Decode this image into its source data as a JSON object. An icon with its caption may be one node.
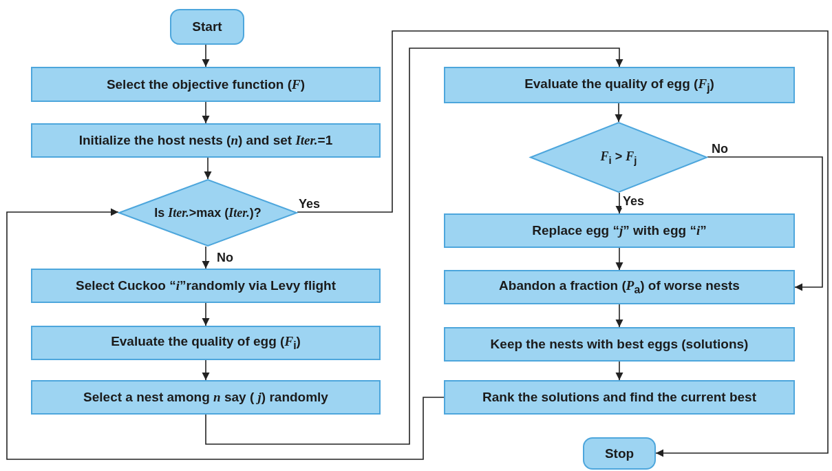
{
  "diagram": {
    "nodes": [
      {
        "text": [
          "Start"
        ]
      },
      {
        "text": [
          "Select the objective function (*F*)"
        ]
      },
      {
        "text": [
          "Initialize the host nests (*n*) and set *Iter.*=1"
        ]
      },
      {
        "text": [
          "Is *Iter.*>max (*Iter.*)?"
        ]
      },
      {
        "text": [
          "Select Cuckoo “*i*”randomly via Levy flight"
        ]
      },
      {
        "text": [
          "Evaluate the quality of egg (*F*$_{i}$)"
        ]
      },
      {
        "text": [
          "Select a nest among *n* say ( *j*) randomly"
        ]
      },
      {
        "text": [
          "Evaluate the quality of egg (*F*$_{j}$)"
        ]
      },
      {
        "text": [
          "*F*$_{i}$ > *F*$_{j}$"
        ]
      },
      {
        "text": [
          "Replace egg “*j*” with egg “*i*”"
        ]
      },
      {
        "text": [
          "Abandon a fraction (*P*$_{a}$) of worse nests"
        ]
      },
      {
        "text": [
          "Keep the nests with best eggs (solutions)"
        ]
      },
      {
        "text": [
          "Rank the solutions and find the current best"
        ]
      },
      {
        "text": [
          "Stop"
        ]
      }
    ],
    "edges": [
      {
        "from": 0,
        "to": 1,
        "arrow": "to"
      },
      {
        "from": 1,
        "to": 2,
        "arrow": "to"
      },
      {
        "from": 2,
        "to": 3,
        "arrow": "to"
      },
      {
        "from": 3,
        "to": 4,
        "arrow": "to",
        "label": "No"
      },
      {
        "from": 4,
        "to": 5,
        "arrow": "to"
      },
      {
        "from": 5,
        "to": 6,
        "arrow": "to"
      },
      {
        "from": 6,
        "to": 7,
        "arrow": "to"
      },
      {
        "from": 7,
        "to": 8,
        "arrow": "to"
      },
      {
        "from": 8,
        "to": 9,
        "arrow": "to",
        "label": "Yes"
      },
      {
        "from": 8,
        "to": 10,
        "arrow": "to",
        "label": "No"
      },
      {
        "from": 9,
        "to": 10,
        "arrow": "to"
      },
      {
        "from": 10,
        "to": 11,
        "arrow": "to"
      },
      {
        "from": 11,
        "to": 12,
        "arrow": "to"
      },
      {
        "from": 12,
        "to": 3,
        "arrow": "to"
      },
      {
        "from": 3,
        "to": 13,
        "arrow": "to",
        "label": "Yes"
      }
    ]
  }
}
